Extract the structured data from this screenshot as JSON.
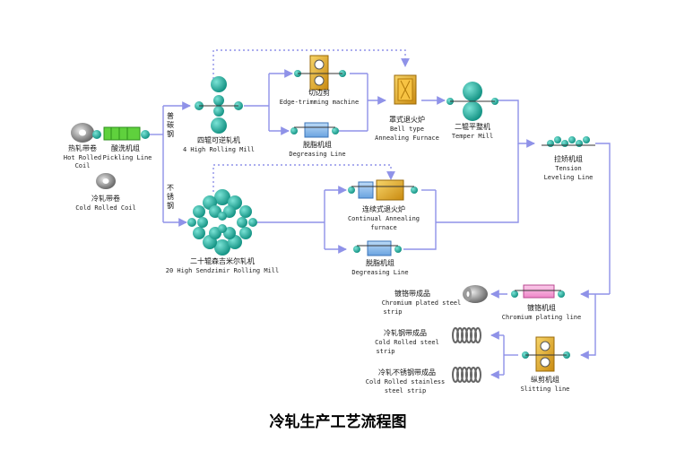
{
  "title": "冷轧生产工艺流程图",
  "colors": {
    "flow": "#8f92e8",
    "roll": "#1fb6a4",
    "roll_dark": "#0f8f80",
    "gold": "#e6b21d",
    "blue_box": "#7fb6ea",
    "pink_box": "#f5a3d6"
  },
  "branch_labels": {
    "ordinary_steel": "普\n碳\n钢",
    "stainless_steel": "不\n锈\n钢"
  },
  "nodes": {
    "hot_coil": {
      "cn": "热轧带卷",
      "en": [
        "Hot Rolled",
        "Coil"
      ],
      "icon": "coil-icon"
    },
    "pickling": {
      "cn": "酸洗机组",
      "en": [
        "Pickling Line"
      ],
      "icon": "pickling-line-icon"
    },
    "cold_coil": {
      "cn": "冷轧带卷",
      "en": [
        "Cold Rolled Coil"
      ],
      "icon": "coil-icon"
    },
    "four_high": {
      "cn": "四辊可逆轧机",
      "en": [
        "4 High Rolling Mill"
      ],
      "icon": "rolling-mill-icon"
    },
    "edge_trim": {
      "cn": "切边剪",
      "en": [
        "Edge-trimming machine"
      ],
      "icon": "edge-trimmer-icon"
    },
    "degrease1": {
      "cn": "脱脂机组",
      "en": [
        "Degreasing Line"
      ],
      "icon": "degreasing-line-icon"
    },
    "bell_furnace": {
      "cn": "罩式退火炉",
      "en": [
        "Bell type",
        "Annealing Furnace"
      ],
      "icon": "bell-furnace-icon"
    },
    "temper": {
      "cn": "二辊平整机",
      "en": [
        "Temper Mill"
      ],
      "icon": "temper-mill-icon"
    },
    "tension": {
      "cn": "拉矫机组",
      "en": [
        "Tension",
        "Leveling Line"
      ],
      "icon": "tension-leveler-icon"
    },
    "sendzimir": {
      "cn": "二十辊森吉米尔轧机",
      "en": [
        "20 High Sendzimir Rolling Mill"
      ],
      "icon": "sendzimir-mill-icon"
    },
    "continuous": {
      "cn": "连续式退火炉",
      "en": [
        "Continual Annealing",
        "furnace"
      ],
      "icon": "annealing-furnace-icon"
    },
    "degrease2": {
      "cn": "脱脂机组",
      "en": [
        "Degreasing Line"
      ],
      "icon": "degreasing-line-icon"
    },
    "chromium": {
      "cn": "镀铬机组",
      "en": [
        "Chromium plating line"
      ],
      "icon": "plating-line-icon"
    },
    "slitting": {
      "cn": "纵剪机组",
      "en": [
        "Slitting line"
      ],
      "icon": "slitter-icon"
    },
    "prod_chrome": {
      "cn": "镀铬带成品",
      "en": [
        "Chromium plated steel",
        "strip"
      ],
      "icon": "coil-icon"
    },
    "prod_cold": {
      "cn": "冷轧钢带成品",
      "en": [
        "Cold Rolled steel",
        "strip"
      ],
      "icon": "spring-coil-icon"
    },
    "prod_stainless": {
      "cn": "冷轧不锈钢带成品",
      "en": [
        "Cold Rolled stainless",
        "steel strip"
      ],
      "icon": "spring-coil-icon"
    }
  }
}
